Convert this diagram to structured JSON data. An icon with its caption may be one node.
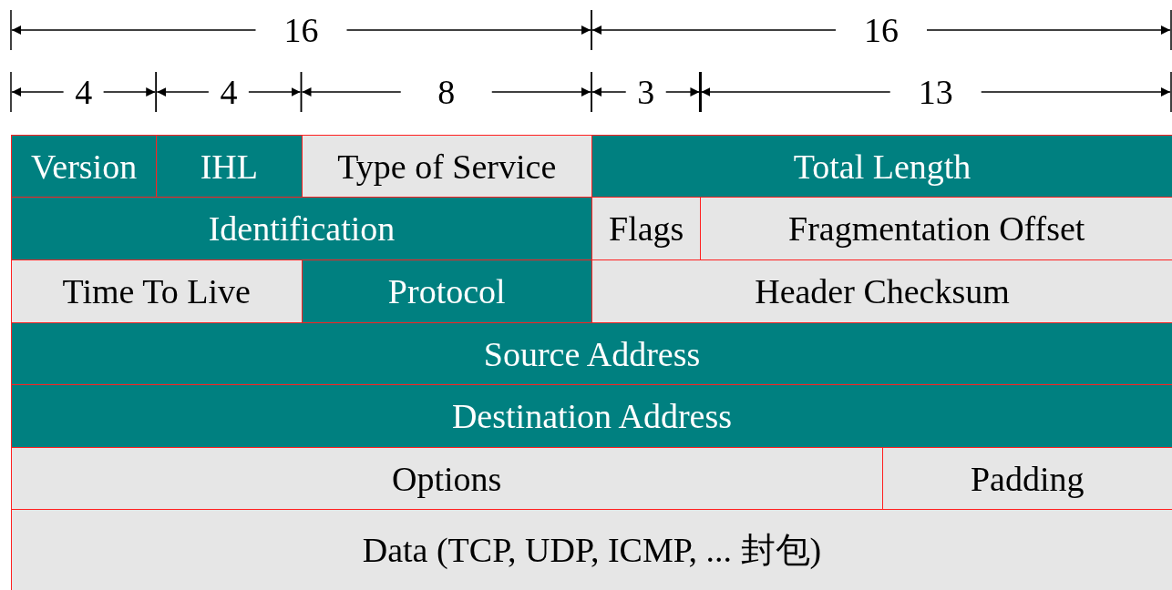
{
  "diagram": {
    "labels": [
      "16",
      "16",
      "4",
      "4",
      "8",
      "3",
      "13",
      "Version",
      "IHL",
      "Type of Service",
      "Total Length",
      "Identification",
      "Flags",
      "Fragmentation Offset",
      "Time To Live",
      "Protocol",
      "Header Checksum",
      "Source Address",
      "Destination Address",
      "Options",
      "Padding",
      "Data (TCP, UDP, ICMP, ... 封包)"
    ]
  }
}
